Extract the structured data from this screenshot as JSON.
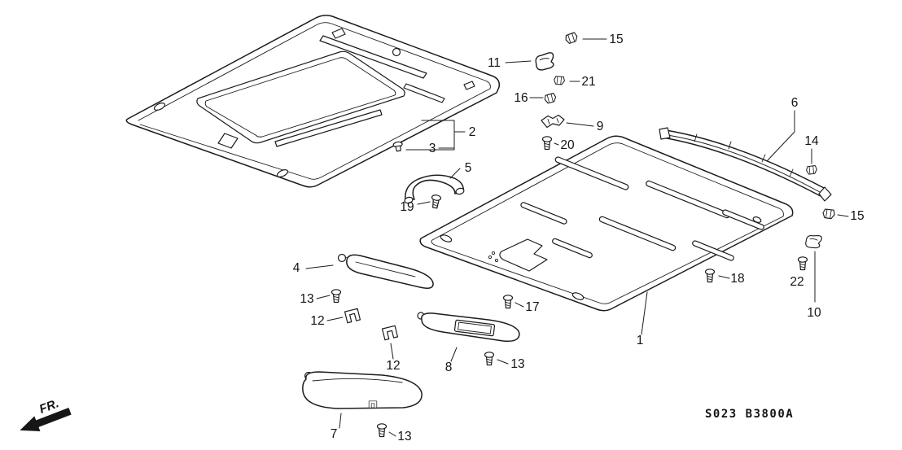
{
  "diagram": {
    "code": "S023 B3800A",
    "direction_label": "FR.",
    "callouts": {
      "c1": "1",
      "c2": "2",
      "c3": "3",
      "c4": "4",
      "c5": "5",
      "c6": "6",
      "c7": "7",
      "c8": "8",
      "c9": "9",
      "c10": "10",
      "c11": "11",
      "c12a": "12",
      "c12b": "12",
      "c13a": "13",
      "c13b": "13",
      "c13c": "13",
      "c14": "14",
      "c15a": "15",
      "c15b": "15",
      "c16": "16",
      "c17": "17",
      "c18": "18",
      "c19": "19",
      "c20": "20",
      "c21": "21",
      "c22": "22"
    }
  }
}
